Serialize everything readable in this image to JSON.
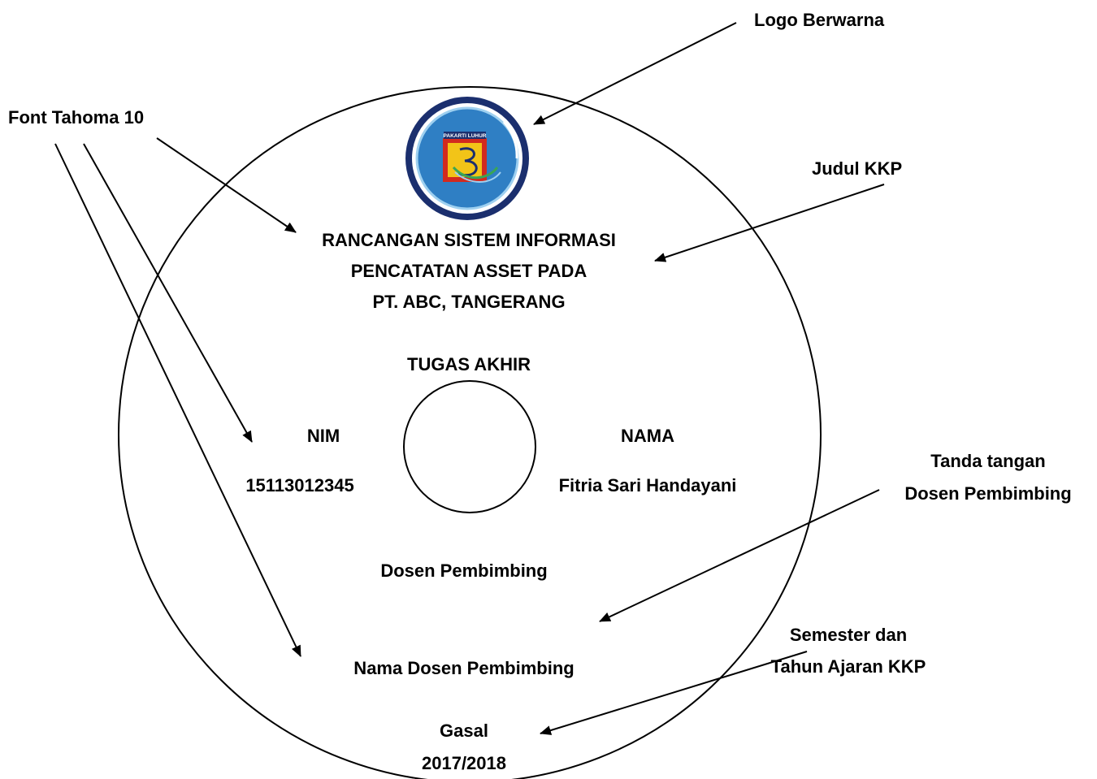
{
  "annotations": {
    "logo": "Logo Berwarna",
    "font": "Font Tahoma 10",
    "title": "Judul KKP",
    "signature_line1": "Tanda tangan",
    "signature_line2": "Dosen Pembimbing",
    "semester_line1": "Semester dan",
    "semester_line2": "Tahun Ajaran KKP"
  },
  "disc": {
    "logo_text": "PAKARTI LUHUR",
    "title_line1": "RANCANGAN SISTEM INFORMASI",
    "title_line2": "PENCATATAN ASSET PADA",
    "title_line3": "PT. ABC, TANGERANG",
    "type": "TUGAS AKHIR",
    "nim_label": "NIM",
    "nim_value": "15113012345",
    "name_label": "NAMA",
    "name_value": "Fitria Sari Handayani",
    "advisor_label": "Dosen Pembimbing",
    "advisor_name": "Nama Dosen Pembimbing",
    "semester": "Gasal",
    "year": "2017/2018"
  },
  "colors": {
    "logo_blue": "#2f7fc4",
    "logo_navy": "#1b2f6e",
    "logo_red": "#d22a1f",
    "logo_yellow": "#f2c418",
    "logo_green": "#3aa655"
  }
}
